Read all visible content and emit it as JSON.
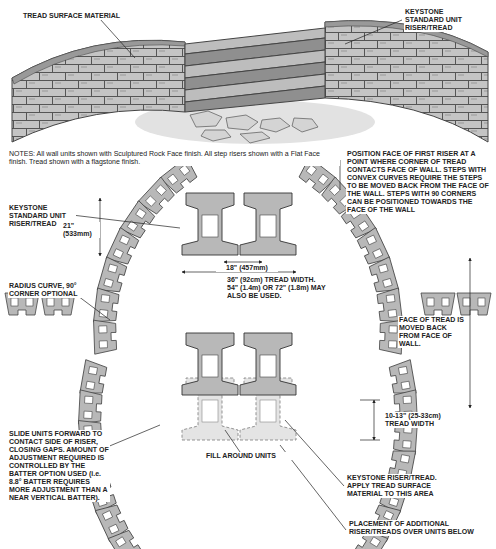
{
  "diagram": {
    "labels": [
      "TREAD SURFACE MATERIAL",
      "KEYSTONE STANDARD UNIT RISER/TREAD",
      "NOTES: All wall units shown with Sculptured Rock Face finish. All step risers shown with a Flat Face finish. Tread shown with a flagstone finish.",
      "POSITION FACE OF FIRST RISER AT A POINT WHERE CORNER OF TREAD CONTACTS FACE OF WALL. STEPS WITH CONVEX CURVES REQUIRE THE STEPS TO BE MOVED BACK FROM THE FACE OF THE WALL. STEPS WITH 90 CORNERS CAN BE POSITIONED TOWARDS THE FACE OF THE WALL",
      "KEYSTONE STANDARD UNIT RISER/TREAD",
      "21\" (533mm)",
      "18\" (457mm)",
      "RADIUS CURVE, 90° CORNER OPTIONAL",
      "36\" (92cm) TREAD WIDTH. 54\" (1.4m) OR 72\" (1.8m) MAY ALSO BE USED.",
      "FACE OF TREAD IS MOVED BACK FROM FACE OF WALL.",
      "SLIDE UNITS FORWARD TO CONTACT SIDE OF RISER, CLOSING GAPS. AMOUNT OF ADJUSTMENT REQUIRED IS CONTROLLED BY THE BATTER OPTION USED (i.e. 8.8° BATTER REQUIRES MORE ADJUSTMENT THAN A NEAR VERTICAL BATTER).",
      "10-13\" (25-33cm) TREAD WIDTH",
      "FILL AROUND UNITS",
      "KEYSTONE RISER/TREAD. APPLY TREAD SURFACE MATERIAL TO THIS AREA",
      "PLACEMENT OF ADDITIONAL RISER/TREADS OVER UNITS BELOW"
    ]
  }
}
